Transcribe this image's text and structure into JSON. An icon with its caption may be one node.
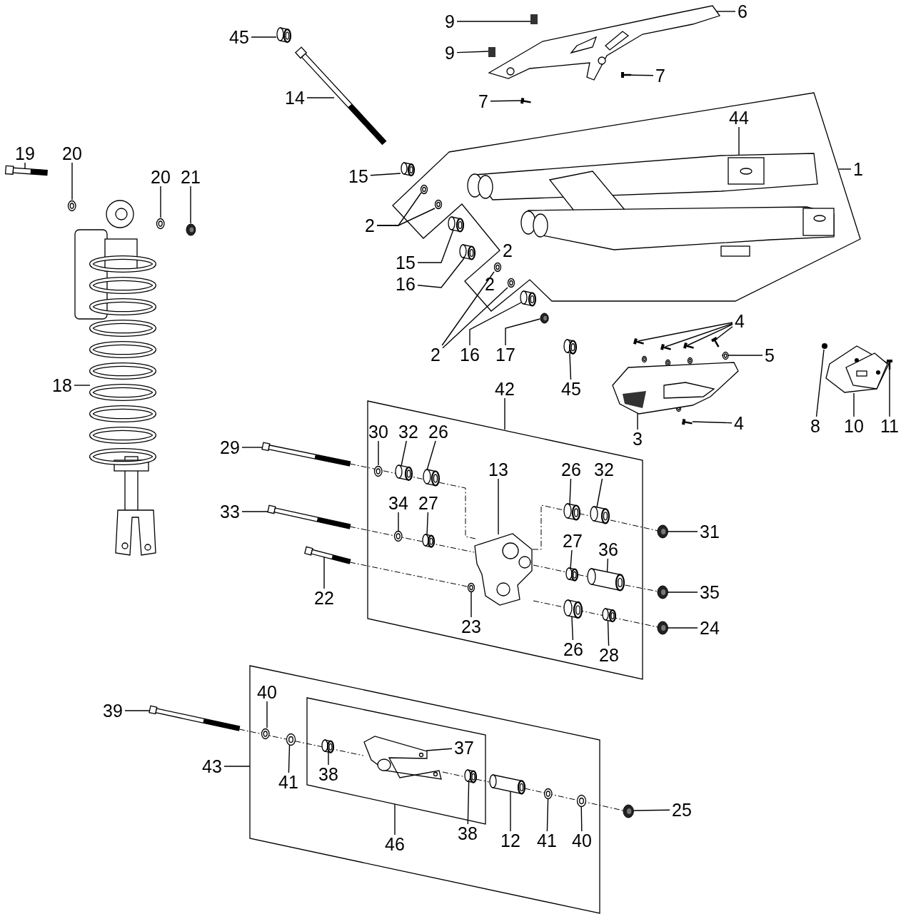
{
  "diagram": {
    "nodes": [
      {
        "text": [],
        "shape": "box"
      },
      {
        "text": [],
        "shape": "box"
      },
      {
        "text": [],
        "shape": "box"
      },
      {
        "text": [],
        "shape": "box",
        "in": 2
      },
      {
        "text": [
          "6"
        ]
      },
      {
        "text": [
          "9"
        ]
      },
      {
        "text": [
          "45"
        ]
      },
      {
        "text": [
          "9"
        ]
      },
      {
        "text": [
          "7"
        ]
      },
      {
        "text": [
          "14"
        ]
      },
      {
        "text": [
          "7"
        ]
      },
      {
        "text": [
          "44"
        ],
        "in": 0
      },
      {
        "text": [
          "19"
        ]
      },
      {
        "text": [
          "20"
        ]
      },
      {
        "text": [
          "1"
        ]
      },
      {
        "text": [
          "15"
        ]
      },
      {
        "text": [
          "20"
        ]
      },
      {
        "text": [
          "21"
        ]
      },
      {
        "text": [
          "2"
        ]
      },
      {
        "text": [
          "15"
        ]
      },
      {
        "text": [
          "16"
        ]
      },
      {
        "text": [
          "4"
        ]
      },
      {
        "text": [
          "2"
        ]
      },
      {
        "text": [
          "16"
        ]
      },
      {
        "text": [
          "17"
        ]
      },
      {
        "text": [
          "5"
        ]
      },
      {
        "text": [
          "18"
        ]
      },
      {
        "text": [
          "42"
        ]
      },
      {
        "text": [
          "45"
        ]
      },
      {
        "text": [
          "4"
        ]
      },
      {
        "text": [
          "8"
        ]
      },
      {
        "text": [
          "10"
        ]
      },
      {
        "text": [
          "11"
        ]
      },
      {
        "text": [
          "30"
        ],
        "in": 1
      },
      {
        "text": [
          "32"
        ],
        "in": 1
      },
      {
        "text": [
          "26"
        ],
        "in": 1
      },
      {
        "text": [
          "3"
        ]
      },
      {
        "text": [
          "29"
        ]
      },
      {
        "text": [
          "13"
        ],
        "in": 1
      },
      {
        "text": [
          "26"
        ],
        "in": 1
      },
      {
        "text": [
          "32"
        ],
        "in": 1
      },
      {
        "text": [
          "34"
        ],
        "in": 1
      },
      {
        "text": [
          "27"
        ],
        "in": 1
      },
      {
        "text": [
          "33"
        ]
      },
      {
        "text": [
          "31"
        ]
      },
      {
        "text": [
          "27"
        ],
        "in": 1
      },
      {
        "text": [
          "36"
        ],
        "in": 1
      },
      {
        "text": [
          "35"
        ]
      },
      {
        "text": [
          "22"
        ]
      },
      {
        "text": [
          "23"
        ],
        "in": 1
      },
      {
        "text": [
          "24"
        ]
      },
      {
        "text": [
          "26"
        ],
        "in": 1
      },
      {
        "text": [
          "28"
        ],
        "in": 1
      },
      {
        "text": [
          "40"
        ],
        "in": 2
      },
      {
        "text": [
          "39"
        ]
      },
      {
        "text": [
          "37"
        ],
        "in": 3
      },
      {
        "text": [
          "43"
        ]
      },
      {
        "text": [
          "38"
        ],
        "in": 3
      },
      {
        "text": [
          "41"
        ],
        "in": 2
      },
      {
        "text": [
          "25"
        ]
      },
      {
        "text": [
          "38"
        ],
        "in": 2
      },
      {
        "text": [
          "46"
        ],
        "in": 2
      },
      {
        "text": [
          "12"
        ],
        "in": 2
      },
      {
        "text": [
          "41"
        ],
        "in": 2
      },
      {
        "text": [
          "40"
        ],
        "in": 2
      },
      {
        "text": [],
        "shape": "picture"
      },
      {
        "text": [],
        "shape": "box"
      },
      {
        "text": [],
        "shape": "cylinder"
      },
      {
        "text": [],
        "shape": "box"
      },
      {
        "text": [],
        "shape": "picture"
      },
      {
        "text": [],
        "shape": "picture"
      },
      {
        "text": [],
        "shape": "picture"
      },
      {
        "text": [],
        "shape": "picture",
        "in": 0
      },
      {
        "text": [],
        "shape": "picture"
      },
      {
        "text": [],
        "shape": "picture"
      },
      {
        "text": [],
        "shape": "cylinder"
      },
      {
        "text": [],
        "shape": "picture"
      },
      {
        "text": [],
        "shape": "picture"
      },
      {
        "text": [],
        "shape": "picture",
        "in": 0
      },
      {
        "text": [],
        "shape": "picture",
        "in": 0
      },
      {
        "text": [],
        "shape": "cylinder",
        "in": 0
      },
      {
        "text": [],
        "shape": "cylinder",
        "in": 0
      },
      {
        "text": [],
        "shape": "picture"
      },
      {
        "text": [],
        "shape": "picture"
      },
      {
        "text": [],
        "shape": "picture"
      },
      {
        "text": [],
        "shape": "picture"
      },
      {
        "text": [],
        "shape": "picture",
        "in": 0
      },
      {
        "text": [],
        "shape": "picture",
        "in": 0
      },
      {
        "text": [],
        "shape": "cylinder",
        "in": 0
      },
      {
        "text": [],
        "shape": "picture"
      },
      {
        "text": [],
        "shape": "picture"
      },
      {
        "text": [],
        "shape": "picture"
      },
      {
        "text": [],
        "shape": "cylinder"
      },
      {
        "text": [],
        "shape": "picture"
      },
      {
        "text": [],
        "shape": "circle"
      },
      {
        "text": [],
        "shape": "picture"
      },
      {
        "text": [],
        "shape": "picture"
      },
      {
        "text": [],
        "shape": "picture",
        "in": 1
      },
      {
        "text": [],
        "shape": "cylinder",
        "in": 1
      },
      {
        "text": [],
        "shape": "cylinder",
        "in": 1
      },
      {
        "text": [],
        "shape": "picture"
      },
      {
        "text": [],
        "shape": "picture"
      },
      {
        "text": [],
        "shape": "picture",
        "in": 1
      },
      {
        "text": [],
        "shape": "cylinder",
        "in": 1
      },
      {
        "text": [],
        "shape": "cylinder",
        "in": 1
      },
      {
        "text": [],
        "shape": "picture",
        "in": 1
      },
      {
        "text": [],
        "shape": "cylinder",
        "in": 1
      },
      {
        "text": [],
        "shape": "picture"
      },
      {
        "text": [],
        "shape": "picture"
      },
      {
        "text": [],
        "shape": "cylinder",
        "in": 1
      },
      {
        "text": [],
        "shape": "cylinder",
        "in": 1
      },
      {
        "text": [],
        "shape": "picture"
      },
      {
        "text": [],
        "shape": "picture"
      },
      {
        "text": [],
        "shape": "picture",
        "in": 1
      },
      {
        "text": [],
        "shape": "picture"
      },
      {
        "text": [],
        "shape": "cylinder",
        "in": 1
      },
      {
        "text": [],
        "shape": "cylinder",
        "in": 1
      },
      {
        "text": [],
        "shape": "picture",
        "in": 2
      },
      {
        "text": [],
        "shape": "picture"
      },
      {
        "text": [],
        "shape": "picture",
        "in": 3
      },
      {
        "text": [],
        "shape": "cylinder",
        "in": 3
      },
      {
        "text": [],
        "shape": "picture",
        "in": 2
      },
      {
        "text": [],
        "shape": "picture"
      },
      {
        "text": [],
        "shape": "cylinder",
        "in": 3
      },
      {
        "text": [],
        "shape": "cylinder",
        "in": 2
      },
      {
        "text": [],
        "shape": "picture",
        "in": 2
      },
      {
        "text": [],
        "shape": "picture",
        "in": 2
      }
    ],
    "edges": [
      {
        "from": 4,
        "to": 65,
        "arrow": "none"
      },
      {
        "from": 5,
        "to": 66,
        "arrow": "none"
      },
      {
        "from": 6,
        "to": 67,
        "arrow": "none"
      },
      {
        "from": 7,
        "to": 68,
        "arrow": "none"
      },
      {
        "from": 8,
        "to": 69,
        "arrow": "none"
      },
      {
        "from": 9,
        "to": 70,
        "arrow": "none"
      },
      {
        "from": 10,
        "to": 71,
        "arrow": "none"
      },
      {
        "from": 11,
        "to": 72,
        "arrow": "none"
      },
      {
        "from": 12,
        "to": 73,
        "arrow": "none"
      },
      {
        "from": 13,
        "to": 74,
        "arrow": "none"
      },
      {
        "from": 14,
        "to": 0,
        "arrow": "none"
      },
      {
        "from": 15,
        "to": 75,
        "arrow": "none"
      },
      {
        "from": 16,
        "to": 76,
        "arrow": "none"
      },
      {
        "from": 17,
        "to": 77,
        "arrow": "none"
      },
      {
        "from": 18,
        "to": 78,
        "arrow": "none"
      },
      {
        "from": 18,
        "to": 79,
        "arrow": "none"
      },
      {
        "from": 19,
        "to": 80,
        "arrow": "none"
      },
      {
        "from": 20,
        "to": 81,
        "arrow": "none"
      },
      {
        "from": 21,
        "to": 82,
        "arrow": "none"
      },
      {
        "from": 21,
        "to": 83,
        "arrow": "none"
      },
      {
        "from": 21,
        "to": 84,
        "arrow": "none"
      },
      {
        "from": 21,
        "to": 85,
        "arrow": "none"
      },
      {
        "from": 22,
        "to": 86,
        "arrow": "none"
      },
      {
        "from": 22,
        "to": 87,
        "arrow": "none"
      },
      {
        "from": 23,
        "to": 88,
        "arrow": "none"
      },
      {
        "from": 24,
        "to": 89,
        "arrow": "none"
      },
      {
        "from": 25,
        "to": 90,
        "arrow": "none"
      },
      {
        "from": 26,
        "to": 91,
        "arrow": "none"
      },
      {
        "from": 27,
        "to": 1,
        "arrow": "none"
      },
      {
        "from": 28,
        "to": 92,
        "arrow": "none"
      },
      {
        "from": 29,
        "to": 93,
        "arrow": "none"
      },
      {
        "from": 30,
        "to": 94,
        "arrow": "none"
      },
      {
        "from": 31,
        "to": 95,
        "arrow": "none"
      },
      {
        "from": 32,
        "to": 96,
        "arrow": "none"
      },
      {
        "from": 33,
        "to": 97,
        "arrow": "none"
      },
      {
        "from": 34,
        "to": 98,
        "arrow": "none"
      },
      {
        "from": 35,
        "to": 99,
        "arrow": "none"
      },
      {
        "from": 36,
        "to": 100,
        "arrow": "none"
      },
      {
        "from": 37,
        "to": 101,
        "arrow": "none"
      },
      {
        "from": 38,
        "to": 102,
        "arrow": "none"
      },
      {
        "from": 39,
        "to": 103,
        "arrow": "none"
      },
      {
        "from": 40,
        "to": 104,
        "arrow": "none"
      },
      {
        "from": 41,
        "to": 105,
        "arrow": "none"
      },
      {
        "from": 42,
        "to": 106,
        "arrow": "none"
      },
      {
        "from": 43,
        "to": 107,
        "arrow": "none"
      },
      {
        "from": 44,
        "to": 108,
        "arrow": "none"
      },
      {
        "from": 45,
        "to": 109,
        "arrow": "none"
      },
      {
        "from": 46,
        "to": 110,
        "arrow": "none"
      },
      {
        "from": 47,
        "to": 111,
        "arrow": "none"
      },
      {
        "from": 48,
        "to": 112,
        "arrow": "none"
      },
      {
        "from": 49,
        "to": 113,
        "arrow": "none"
      },
      {
        "from": 50,
        "to": 114,
        "arrow": "none"
      },
      {
        "from": 51,
        "to": 115,
        "arrow": "none"
      },
      {
        "from": 52,
        "to": 116,
        "arrow": "none"
      },
      {
        "from": 53,
        "to": 117,
        "arrow": "none"
      },
      {
        "from": 54,
        "to": 118,
        "arrow": "none"
      },
      {
        "from": 55,
        "to": 119,
        "arrow": "none"
      },
      {
        "from": 56,
        "to": 2,
        "arrow": "none"
      },
      {
        "from": 57,
        "to": 120,
        "arrow": "none"
      },
      {
        "from": 58,
        "to": 121,
        "arrow": "none"
      },
      {
        "from": 59,
        "to": 122,
        "arrow": "none"
      },
      {
        "from": 60,
        "to": 123,
        "arrow": "none"
      },
      {
        "from": 61,
        "to": 3,
        "arrow": "none"
      },
      {
        "from": 62,
        "to": 124,
        "arrow": "none"
      },
      {
        "from": 63,
        "to": 125,
        "arrow": "none"
      },
      {
        "from": 64,
        "to": 126,
        "arrow": "none"
      },
      {
        "from": 101,
        "to": 102,
        "arrow": "none",
        "style": "dashed"
      },
      {
        "from": 102,
        "to": 104,
        "arrow": "none",
        "style": "dashed"
      },
      {
        "from": 107,
        "to": 102,
        "arrow": "none",
        "style": "dashed"
      },
      {
        "from": 102,
        "to": 110,
        "arrow": "none",
        "style": "dashed"
      },
      {
        "from": 112,
        "to": 102,
        "arrow": "none",
        "style": "dashed"
      },
      {
        "from": 102,
        "to": 114,
        "arrow": "none",
        "style": "dashed"
      },
      {
        "from": 118,
        "to": 119,
        "arrow": "none",
        "style": "dashed"
      },
      {
        "from": 119,
        "to": 124,
        "arrow": "none",
        "style": "dashed"
      },
      {
        "from": 104,
        "to": 108,
        "arrow": "none",
        "style": "dashed"
      },
      {
        "from": 110,
        "to": 111,
        "arrow": "none",
        "style": "dashed"
      },
      {
        "from": 124,
        "to": 122,
        "arrow": "none",
        "style": "dashed"
      }
    ],
    "labels": [
      "2",
      "2"
    ]
  }
}
